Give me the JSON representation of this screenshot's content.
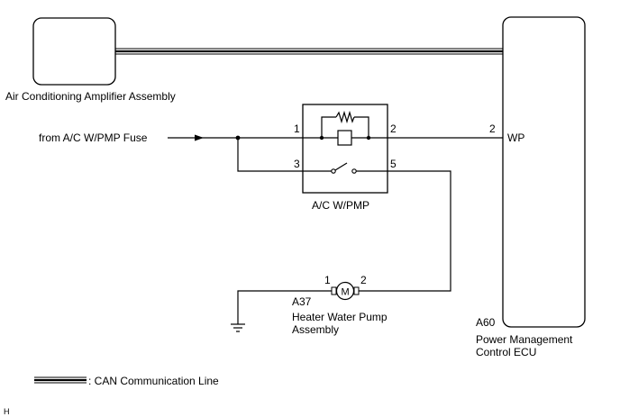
{
  "components": {
    "ac_amplifier": {
      "label": "Air Conditioning Amplifier Assembly"
    },
    "pm_ecu": {
      "code": "A60",
      "label_line1": "Power Management",
      "label_line2": "Control ECU",
      "terminal_pin": "2",
      "terminal_name": "WP"
    },
    "relay": {
      "label": "A/C W/PMP",
      "pins": {
        "p1": "1",
        "p2": "2",
        "p3": "3",
        "p5": "5"
      }
    },
    "pump": {
      "code": "A37",
      "label_line1": "Heater Water Pump",
      "label_line2": "Assembly",
      "pin1": "1",
      "pin2": "2",
      "motor_symbol": "M"
    }
  },
  "source_label": "from A/C W/PMP Fuse",
  "legend": {
    "text": ": CAN Communication Line"
  },
  "footer_mark": "H"
}
